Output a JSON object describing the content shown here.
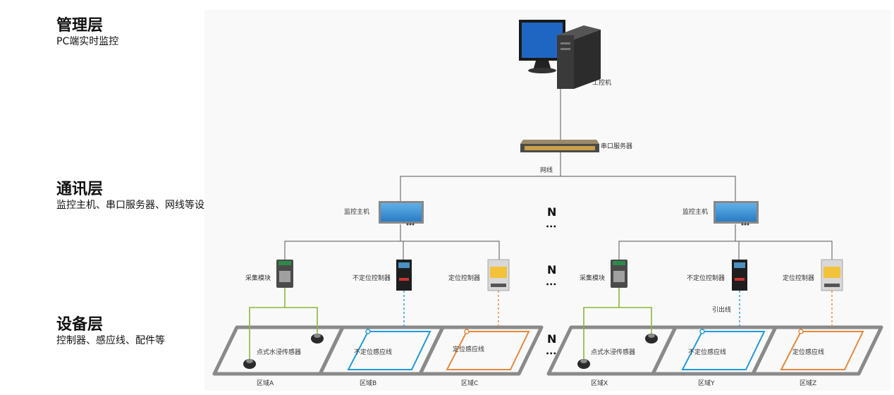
{
  "layers": [
    {
      "title": "管理层",
      "subtitle": "PC端实时监控"
    },
    {
      "title": "通讯层",
      "subtitle": "监控主机、串口服务器、网线等设备"
    },
    {
      "title": "设备层",
      "subtitle": "控制器、感应线、配件等"
    }
  ],
  "diagram": {
    "pc_label": "工控机",
    "serial_server_label": "串口服务器",
    "network_label": "网线",
    "host_label": "监控主机",
    "n_symbol": "N",
    "ellipsis": "•••",
    "collector_label": "采集模块",
    "unlocated_controller_label": "不定位控制器",
    "located_controller_label": "定位控制器",
    "lead_wire_label": "引出线",
    "spot_sensor_label": "点式水浸传感器",
    "unlocated_wire_label": "不定位感应线",
    "located_wire_label": "定位感应线",
    "zones": [
      "区域A",
      "区域B",
      "区域C",
      "区域X",
      "区域Y",
      "区域Z"
    ]
  },
  "colors": {
    "line": "#555555",
    "green_wire": "#8ab83a",
    "blue_wire": "#1e9be0",
    "orange_wire": "#e8883a",
    "floor_border": "#8a8a8a"
  }
}
